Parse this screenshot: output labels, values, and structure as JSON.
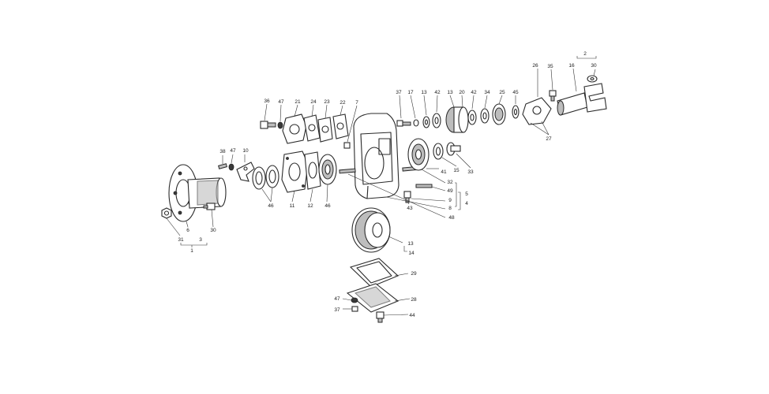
{
  "callouts": [
    {
      "id": "c2",
      "text": "2"
    },
    {
      "id": "c26",
      "text": "26"
    },
    {
      "id": "c35",
      "text": "35"
    },
    {
      "id": "c16",
      "text": "16"
    },
    {
      "id": "c30a",
      "text": "30"
    },
    {
      "id": "c37a",
      "text": "37"
    },
    {
      "id": "c17",
      "text": "17"
    },
    {
      "id": "c13a",
      "text": "13"
    },
    {
      "id": "c42a",
      "text": "42"
    },
    {
      "id": "c13b",
      "text": "13"
    },
    {
      "id": "c20",
      "text": "20"
    },
    {
      "id": "c42b",
      "text": "42"
    },
    {
      "id": "c34",
      "text": "34"
    },
    {
      "id": "c25",
      "text": "25"
    },
    {
      "id": "c45",
      "text": "45"
    },
    {
      "id": "c27",
      "text": "27"
    },
    {
      "id": "c36",
      "text": "36"
    },
    {
      "id": "c47a",
      "text": "47"
    },
    {
      "id": "c21",
      "text": "21"
    },
    {
      "id": "c24",
      "text": "24"
    },
    {
      "id": "c23",
      "text": "23"
    },
    {
      "id": "c22",
      "text": "22"
    },
    {
      "id": "c7",
      "text": "7"
    },
    {
      "id": "c38",
      "text": "38"
    },
    {
      "id": "c47b",
      "text": "47"
    },
    {
      "id": "c10",
      "text": "10"
    },
    {
      "id": "c46a",
      "text": "46"
    },
    {
      "id": "c11",
      "text": "11"
    },
    {
      "id": "c12",
      "text": "12"
    },
    {
      "id": "c46b",
      "text": "46"
    },
    {
      "id": "c41",
      "text": "41"
    },
    {
      "id": "c15",
      "text": "15"
    },
    {
      "id": "c33",
      "text": "33"
    },
    {
      "id": "c32",
      "text": "32"
    },
    {
      "id": "c49",
      "text": "49"
    },
    {
      "id": "c9",
      "text": "9"
    },
    {
      "id": "c8",
      "text": "8"
    },
    {
      "id": "c5",
      "text": "5"
    },
    {
      "id": "c4",
      "text": "4"
    },
    {
      "id": "c43",
      "text": "43"
    },
    {
      "id": "c48",
      "text": "48"
    },
    {
      "id": "c6",
      "text": "6"
    },
    {
      "id": "c30b",
      "text": "30"
    },
    {
      "id": "c31",
      "text": "31"
    },
    {
      "id": "c3",
      "text": "3"
    },
    {
      "id": "c1",
      "text": "1"
    },
    {
      "id": "c13c",
      "text": "13"
    },
    {
      "id": "c14",
      "text": "14"
    },
    {
      "id": "c29",
      "text": "29"
    },
    {
      "id": "c47c",
      "text": "47"
    },
    {
      "id": "c28",
      "text": "28"
    },
    {
      "id": "c37b",
      "text": "37"
    },
    {
      "id": "c44",
      "text": "44"
    }
  ]
}
